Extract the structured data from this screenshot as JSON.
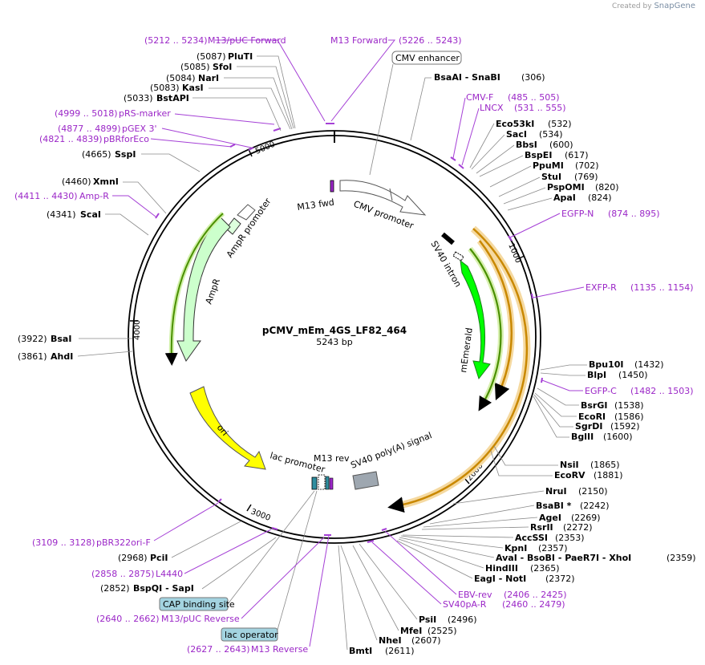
{
  "header": {
    "created_by": "Created by",
    "brand": "SnapGene"
  },
  "plasmid": {
    "name": "pCMV_mEm_4GS_LF82_464",
    "size_label": "5243 bp",
    "length": 5243
  },
  "ticks": [
    "1000",
    "2000",
    "3000",
    "4000",
    "5000"
  ],
  "colors": {
    "primer": "#9b27c7",
    "ring": "#000000",
    "mEmerald": "#00ff00",
    "ampr": "#ccffcc",
    "ori": "#ffff00",
    "cmv": "#ffffff",
    "orange": "#e6a000",
    "cap_box": "#a3d3e0"
  },
  "features": [
    {
      "name": "CMV promoter",
      "type": "promoter"
    },
    {
      "name": "SV40 intron",
      "type": "intron"
    },
    {
      "name": "mEmerald",
      "type": "cds"
    },
    {
      "name": "SV40 poly(A) signal",
      "type": "polyA"
    },
    {
      "name": "M13 rev",
      "type": "primer_bind"
    },
    {
      "name": "lac promoter",
      "type": "promoter"
    },
    {
      "name": "ori",
      "type": "rep_origin"
    },
    {
      "name": "AmpR",
      "type": "cds"
    },
    {
      "name": "AmpR promoter",
      "type": "promoter"
    },
    {
      "name": "M13 fwd",
      "type": "primer_bind"
    }
  ],
  "boxed_labels": [
    {
      "text": "CMV enhancer"
    },
    {
      "text": "CAP binding site"
    },
    {
      "text": "lac operator"
    }
  ],
  "sites": [
    {
      "pos": "(5087)",
      "name": "PluTI",
      "side": "left"
    },
    {
      "pos": "(5085)",
      "name": "SfoI",
      "side": "left"
    },
    {
      "pos": "(5084)",
      "name": "NarI",
      "side": "left"
    },
    {
      "pos": "(5083)",
      "name": "KasI",
      "side": "left"
    },
    {
      "pos": "(5033)",
      "name": "BstAPI",
      "side": "left"
    },
    {
      "pos": "(4665)",
      "name": "SspI",
      "side": "left"
    },
    {
      "pos": "(4460)",
      "name": "XmnI",
      "side": "left"
    },
    {
      "pos": "(4341)",
      "name": "ScaI",
      "side": "left"
    },
    {
      "pos": "(3922)",
      "name": "BsaI",
      "side": "left"
    },
    {
      "pos": "(3861)",
      "name": "AhdI",
      "side": "left"
    },
    {
      "pos": "(2968)",
      "name": "PciI",
      "side": "left"
    },
    {
      "pos": "(2852)",
      "name": "BspQI  - SapI",
      "side": "left"
    },
    {
      "pos": "(306)",
      "name": "BsaAI  - SnaBI",
      "side": "right"
    },
    {
      "pos": "(532)",
      "name": "Eco53kI",
      "side": "right"
    },
    {
      "pos": "(534)",
      "name": "SacI",
      "side": "right"
    },
    {
      "pos": "(600)",
      "name": "BbsI",
      "side": "right"
    },
    {
      "pos": "(617)",
      "name": "BspEI",
      "side": "right"
    },
    {
      "pos": "(702)",
      "name": "PpuMI",
      "side": "right"
    },
    {
      "pos": "(769)",
      "name": "StuI",
      "side": "right"
    },
    {
      "pos": "(820)",
      "name": "PspOMI",
      "side": "right"
    },
    {
      "pos": "(824)",
      "name": "ApaI",
      "side": "right"
    },
    {
      "pos": "(1432)",
      "name": "Bpu10I",
      "side": "right"
    },
    {
      "pos": "(1450)",
      "name": "BlpI",
      "side": "right"
    },
    {
      "pos": "(1538)",
      "name": "BsrGI",
      "side": "right"
    },
    {
      "pos": "(1586)",
      "name": "EcoRI",
      "side": "right"
    },
    {
      "pos": "(1592)",
      "name": "SgrDI",
      "side": "right"
    },
    {
      "pos": "(1600)",
      "name": "BglII",
      "side": "right"
    },
    {
      "pos": "(1865)",
      "name": "NsiI",
      "side": "right"
    },
    {
      "pos": "(1881)",
      "name": "EcoRV",
      "side": "right"
    },
    {
      "pos": "(2150)",
      "name": "NruI",
      "side": "right"
    },
    {
      "pos": "(2242)",
      "name": "BsaBI *",
      "side": "right"
    },
    {
      "pos": "(2269)",
      "name": "AgeI",
      "side": "right"
    },
    {
      "pos": "(2272)",
      "name": "RsrII",
      "side": "right"
    },
    {
      "pos": "(2353)",
      "name": "AccSSI",
      "side": "right"
    },
    {
      "pos": "(2357)",
      "name": "KpnI",
      "side": "right"
    },
    {
      "pos": "(2359)",
      "name": "AvaI  - BsoBI  - PaeR7I  - XhoI",
      "side": "right"
    },
    {
      "pos": "(2365)",
      "name": "HindIII",
      "side": "right"
    },
    {
      "pos": "(2372)",
      "name": "EagI  - NotI",
      "side": "right"
    },
    {
      "pos": "(2496)",
      "name": "PsiI",
      "side": "bottom"
    },
    {
      "pos": "(2525)",
      "name": "MfeI",
      "side": "bottom"
    },
    {
      "pos": "(2607)",
      "name": "NheI",
      "side": "bottom"
    },
    {
      "pos": "(2611)",
      "name": "BmtI",
      "side": "bottom"
    }
  ],
  "primers": [
    {
      "range": "(5212 .. 5234)",
      "name": "M13/pUC Forward"
    },
    {
      "range": "",
      "name": "M13 Forward",
      "range2": "(5226 .. 5243)"
    },
    {
      "range": "(4999 .. 5018)",
      "name": "pRS-marker"
    },
    {
      "range": "(4877 .. 4899)",
      "name": "pGEX 3'"
    },
    {
      "range": "(4821 .. 4839)",
      "name": "pBRforEco"
    },
    {
      "range": "(4411 .. 4430)",
      "name": "Amp-R"
    },
    {
      "range": "(3109 .. 3128)",
      "name": "pBR322ori-F"
    },
    {
      "range": "(2858 .. 2875)",
      "name": "L4440"
    },
    {
      "range": "(2640 .. 2662)",
      "name": "M13/pUC Reverse"
    },
    {
      "range": "(2627 .. 2643)",
      "name": "M13 Reverse"
    },
    {
      "range": "(485 .. 505)",
      "name": "CMV-F"
    },
    {
      "range": "(531 .. 555)",
      "name": "LNCX"
    },
    {
      "range": "(874 .. 895)",
      "name": "EGFP-N"
    },
    {
      "range": "(1135 .. 1154)",
      "name": "EXFP-R"
    },
    {
      "range": "(1482 .. 1503)",
      "name": "EGFP-C"
    },
    {
      "range": "(2406 .. 2425)",
      "name": "EBV-rev"
    },
    {
      "range": "(2460 .. 2479)",
      "name": "SV40pA-R"
    }
  ]
}
